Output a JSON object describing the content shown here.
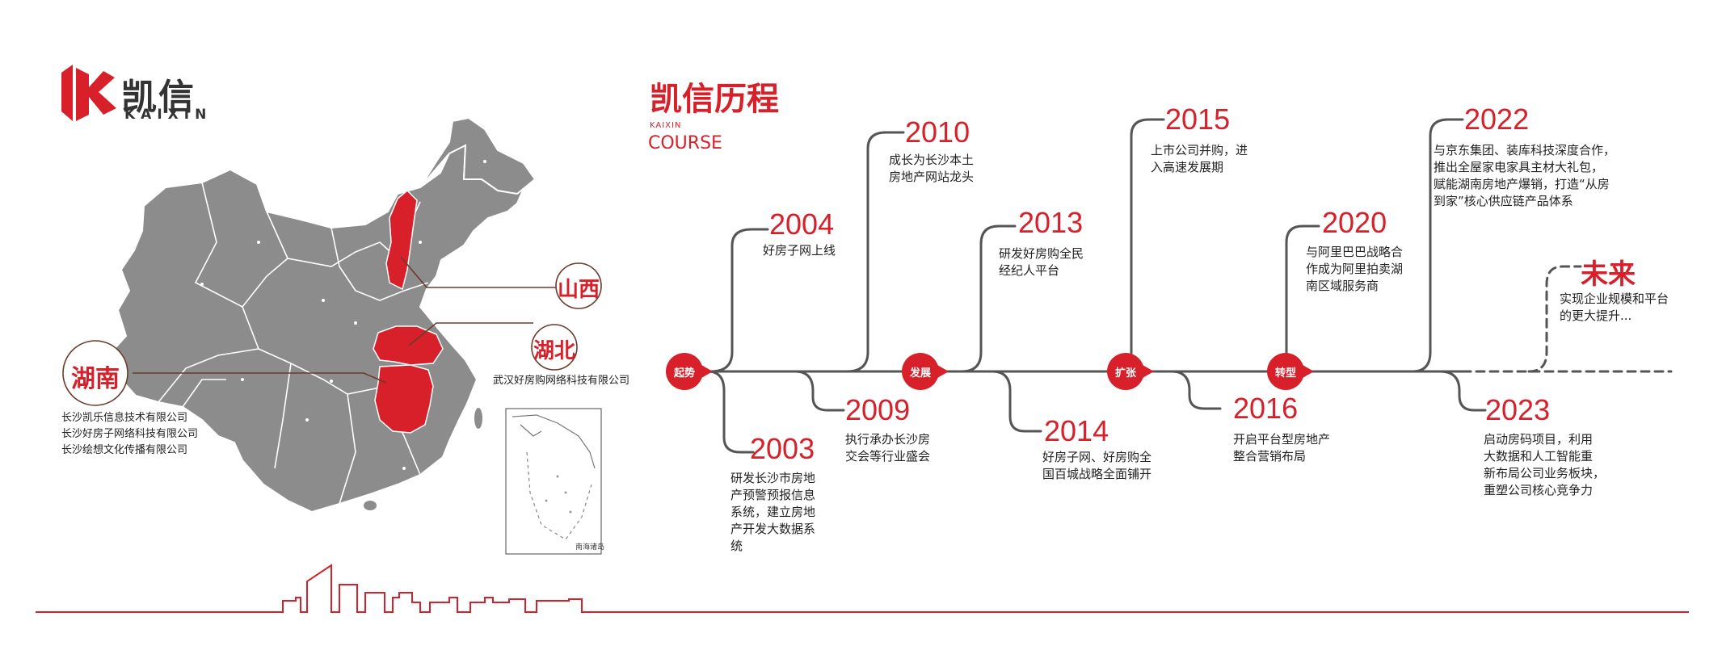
{
  "logo": {
    "cn": "凯信",
    "en": "KAIXIN"
  },
  "title": {
    "cn": "凯信历程",
    "small": "KAIXIN",
    "en": "COURSE"
  },
  "map": {
    "inset_caption": "南海诸岛",
    "provinces": [
      {
        "name": "山西",
        "companies": []
      },
      {
        "name": "湖北",
        "companies": [
          "武汉好房购网络科技有限公司"
        ]
      },
      {
        "name": "湖南",
        "companies": [
          "长沙凯乐信息技术有限公司",
          "长沙好房子网络科技有限公司",
          "长沙绘想文化传播有限公司"
        ]
      }
    ]
  },
  "stages": [
    "起势",
    "发展",
    "扩张",
    "转型"
  ],
  "milestones": [
    {
      "year": "2004",
      "lines": [
        "好房子网上线"
      ]
    },
    {
      "year": "2003",
      "lines": [
        "研发长沙市房地",
        "产预警预报信息",
        "系统，建立房地",
        "产开发大数据系",
        "统"
      ]
    },
    {
      "year": "2010",
      "lines": [
        "成长为长沙本土",
        "房地产网站龙头"
      ]
    },
    {
      "year": "2009",
      "lines": [
        "执行承办长沙房",
        "交会等行业盛会"
      ]
    },
    {
      "year": "2013",
      "lines": [
        "研发好房购全民",
        "经纪人平台"
      ]
    },
    {
      "year": "2014",
      "lines": [
        "好房子网、好房购全",
        "国百城战略全面铺开"
      ]
    },
    {
      "year": "2015",
      "lines": [
        "上市公司并购，进",
        "入高速发展期"
      ]
    },
    {
      "year": "2016",
      "lines": [
        "开启平台型房地产",
        "整合营销布局"
      ]
    },
    {
      "year": "2020",
      "lines": [
        "与阿里巴巴战略合",
        "作成为阿里拍卖湖",
        "南区域服务商"
      ]
    },
    {
      "year": "2022",
      "lines": [
        "与京东集团、装库科技深度合作，",
        "推出全屋家电家具主材大礼包，",
        "赋能湖南房地产爆销，打造“从房",
        "到家”核心供应链产品体系"
      ]
    },
    {
      "year": "2023",
      "lines": [
        "启动房码项目，利用",
        "大数据和人工智能重",
        "新布局公司业务板块，",
        "重塑公司核心竞争力"
      ]
    }
  ],
  "future": {
    "label": "未来",
    "lines": [
      "实现企业规模和平台",
      "的更大提升..."
    ]
  },
  "colors": {
    "accent": "#d7202a",
    "map_gray": "#8c8c8c",
    "line_gray": "#555555"
  }
}
